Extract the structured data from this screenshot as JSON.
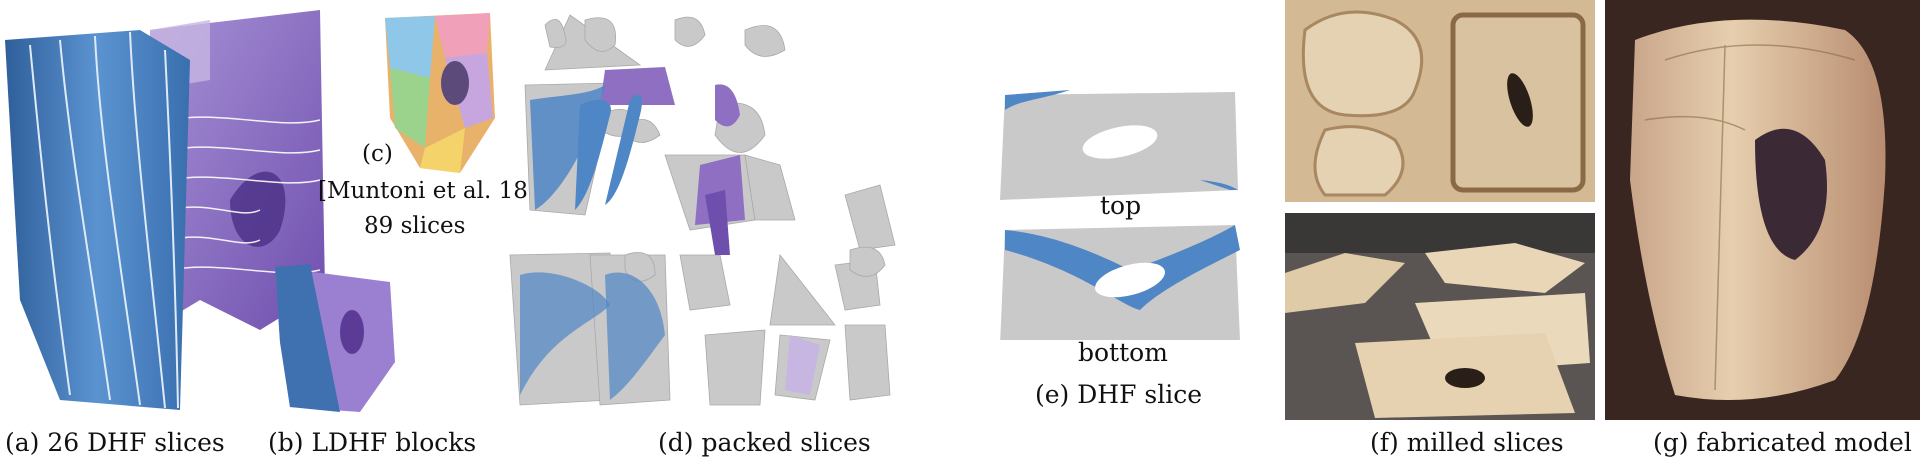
{
  "figure": {
    "captions": {
      "a": "(a) 26 DHF slices",
      "b": "(b) LDHF blocks",
      "c_label": "(c)",
      "c_ref": "[Muntoni et al. 18]",
      "c_count": "89 slices",
      "d": "(d) packed slices",
      "e": "(e) DHF slice",
      "e_top": "top",
      "e_bottom": "bottom",
      "f": "(f)  milled slices",
      "g": "(g) fabricated model"
    },
    "colors": {
      "blue": "#4f86c6",
      "blue_dark": "#2f5f9a",
      "purple": "#8f6fc2",
      "purple_light": "#c8b6e2",
      "gray_slice": "#c9c9c9",
      "wood": "#cfb48c",
      "wood_dark": "#8a6a46"
    }
  }
}
